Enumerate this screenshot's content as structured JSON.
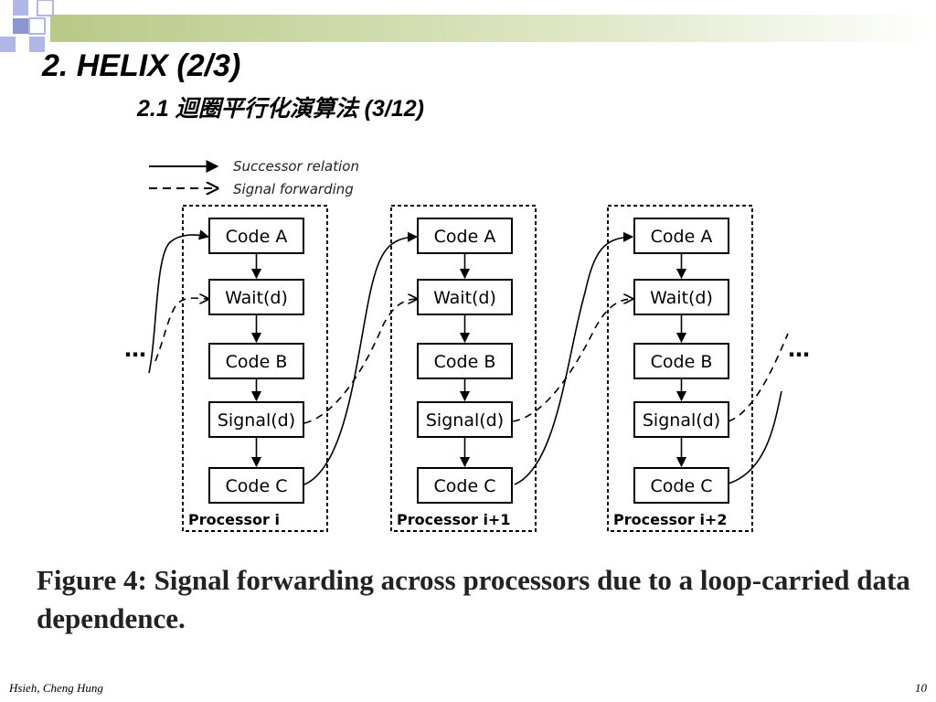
{
  "slide": {
    "title": "2. HELIX (2/3)",
    "subtitle": "2.1 迴圈平行化演算法 (3/12)",
    "accent_color": "#b0b7e6",
    "accent_color_dark": "#8d96d2",
    "bar_gradient": [
      "#b9c987",
      "#dfe7c6",
      "#ffffff"
    ]
  },
  "figure": {
    "legend": [
      {
        "label": "Successor relation",
        "style": "solid"
      },
      {
        "label": "Signal forwarding",
        "style": "dashed"
      }
    ],
    "processors": [
      {
        "label": "Processor i",
        "blocks": [
          "Code A",
          "Wait(d)",
          "Code B",
          "Signal(d)",
          "Code C"
        ]
      },
      {
        "label": "Processor i+1",
        "blocks": [
          "Code A",
          "Wait(d)",
          "Code B",
          "Signal(d)",
          "Code C"
        ]
      },
      {
        "label": "Processor i+2",
        "blocks": [
          "Code A",
          "Wait(d)",
          "Code B",
          "Signal(d)",
          "Code C"
        ]
      }
    ],
    "ellipsis_left": "…",
    "ellipsis_right": "…"
  },
  "caption": "Figure 4: Signal forwarding across processors due to a loop-carried data dependence.",
  "footer": {
    "author": "Hsieh, Cheng Hung",
    "page": "10"
  }
}
